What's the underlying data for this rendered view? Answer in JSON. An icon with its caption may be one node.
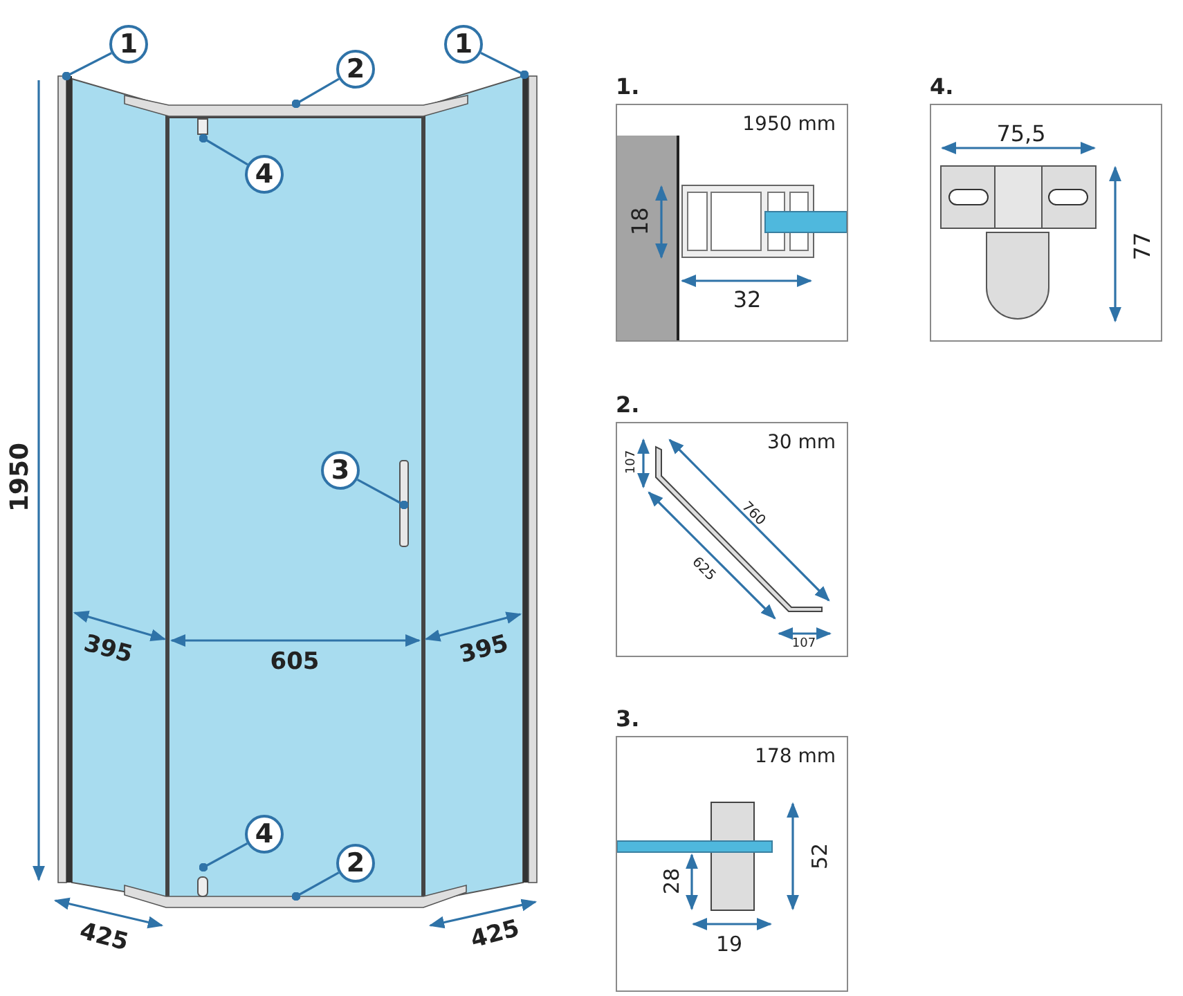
{
  "diagram": {
    "nodes": [
      {
        "text": [
          "1"
        ]
      },
      {
        "text": [
          "2"
        ]
      },
      {
        "text": [
          "1"
        ]
      },
      {
        "text": [
          "4"
        ]
      },
      {
        "text": [
          "3"
        ]
      },
      {
        "text": [
          "4"
        ]
      },
      {
        "text": [
          "2"
        ]
      },
      {
        "text": [
          "1.",
          "1950 mm"
        ]
      },
      {
        "text": [
          "4."
        ]
      },
      {
        "text": [
          "2.",
          "30 mm"
        ]
      },
      {
        "text": [
          "3.",
          "178 mm"
        ]
      }
    ],
    "edges": [
      {
        "from": 0,
        "to": null,
        "arrow": "other"
      },
      {
        "from": 1,
        "to": null,
        "arrow": "other"
      },
      {
        "from": 2,
        "to": null,
        "arrow": "other"
      },
      {
        "from": 3,
        "to": null,
        "arrow": "other"
      },
      {
        "from": 4,
        "to": null,
        "arrow": "other"
      },
      {
        "from": 5,
        "to": null,
        "arrow": "other"
      },
      {
        "from": 6,
        "to": null,
        "arrow": "other"
      }
    ],
    "labels": [
      "1950",
      "395",
      "605",
      "395",
      "425",
      "425",
      "18",
      "32",
      "75,5",
      "77",
      "107",
      "760",
      "625",
      "107",
      "28",
      "52",
      "19"
    ]
  }
}
